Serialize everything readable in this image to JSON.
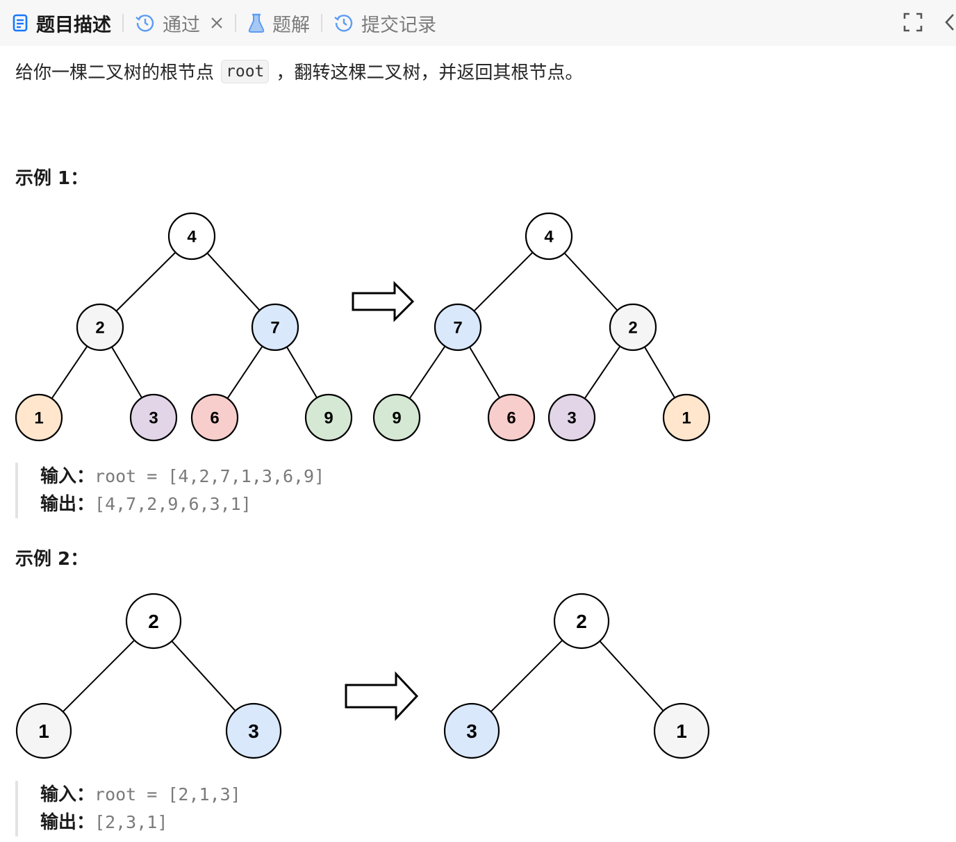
{
  "tabs": [
    {
      "label": "题目描述",
      "icon": "document-icon",
      "active": true
    },
    {
      "label": "通过",
      "icon": "history-icon",
      "active": false,
      "closable": true
    },
    {
      "label": "题解",
      "icon": "flask-icon",
      "active": false
    },
    {
      "label": "提交记录",
      "icon": "history-icon",
      "active": false
    }
  ],
  "toolbar": {
    "fullscreen_icon": "fullscreen-icon",
    "collapse_icon": "chevron-left-icon"
  },
  "description": {
    "before": "给你一棵二叉树的根节点",
    "code": "root",
    "after": "，翻转这棵二叉树，并返回其根节点。"
  },
  "examples": [
    {
      "title": "示例 1：",
      "input_label": "输入：",
      "input_value": "root = [4,2,7,1,3,6,9]",
      "output_label": "输出：",
      "output_value": "[4,7,2,9,6,3,1]",
      "tree_before": {
        "values": [
          "4",
          "2",
          "7",
          "1",
          "3",
          "6",
          "9"
        ]
      },
      "tree_after": {
        "values": [
          "4",
          "7",
          "2",
          "9",
          "6",
          "3",
          "1"
        ]
      }
    },
    {
      "title": "示例 2：",
      "input_label": "输入：",
      "input_value": "root = [2,1,3]",
      "output_label": "输出：",
      "output_value": "[2,3,1]",
      "tree_before": {
        "values": [
          "2",
          "1",
          "3"
        ]
      },
      "tree_after": {
        "values": [
          "2",
          "3",
          "1"
        ]
      }
    }
  ],
  "node_colors": {
    "1": "#ffe6cc",
    "2": "#f5f5f5",
    "3": "#e1d5e7",
    "4": "#ffffff",
    "6": "#f8cecc",
    "7": "#dae8fc",
    "9": "#d5e8d4"
  },
  "node_colors_ex2": {
    "1": "#f5f5f5",
    "2": "#ffffff",
    "3": "#dae8fc"
  },
  "accent": "#1677ff"
}
